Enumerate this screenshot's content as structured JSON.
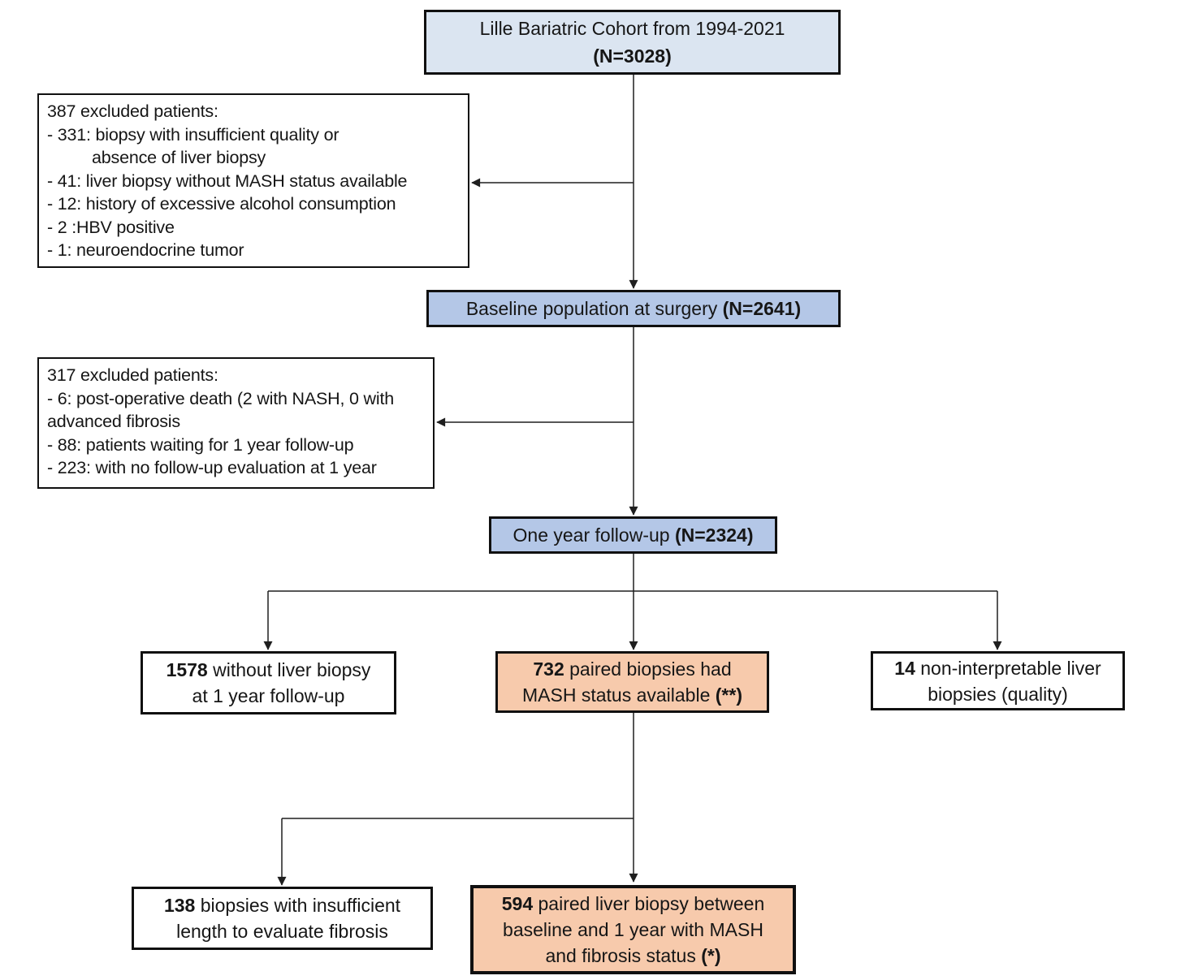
{
  "flow": {
    "cohort": {
      "line1": "Lille Bariatric Cohort from 1994-2021",
      "n": "(N=3028)"
    },
    "excl1": {
      "title": "387 excluded patients:",
      "lines": [
        "- 331: biopsy with insufficient quality or",
        "absence of liver biopsy",
        "- 41: liver biopsy without MASH status available",
        "- 12: history of excessive alcohol consumption",
        "- 2 :HBV positive",
        "- 1: neuroendocrine tumor"
      ]
    },
    "baseline": {
      "text": "Baseline population at surgery ",
      "n": "(N=2641)"
    },
    "excl2": {
      "title": "317 excluded patients:",
      "lines": [
        "- 6: post-operative death (2 with NASH, 0 with",
        "advanced fibrosis",
        "- 88: patients waiting for 1 year follow-up",
        "- 223: with no follow-up evaluation at 1 year"
      ]
    },
    "oneyear": {
      "text": "One year follow-up ",
      "n": "(N=2324)"
    },
    "no_biopsy": {
      "n": "1578",
      "t1": " without liver biopsy",
      "t2": "at 1 year follow-up"
    },
    "paired732": {
      "n": "732",
      "t1": " paired biopsies had",
      "t2": "MASH status available ",
      "marker": "(**)"
    },
    "non_interpretable": {
      "n": "14",
      "t1": " non-interpretable liver",
      "t2": "biopsies (quality)"
    },
    "insufficient": {
      "n": "138",
      "t1": " biopsies with insufficient",
      "t2": "length to evaluate fibrosis"
    },
    "paired594": {
      "n": "594",
      "t1": " paired liver biopsy between",
      "t2": "baseline and 1 year with MASH",
      "t3": "and fibrosis status ",
      "marker": "(*)"
    }
  },
  "colors": {
    "cohort_fill": "#dbe5f1",
    "population_fill": "#b4c7e7",
    "highlight_fill": "#f7caac",
    "box_border": "#101010",
    "connector": "#1f1f1f"
  }
}
